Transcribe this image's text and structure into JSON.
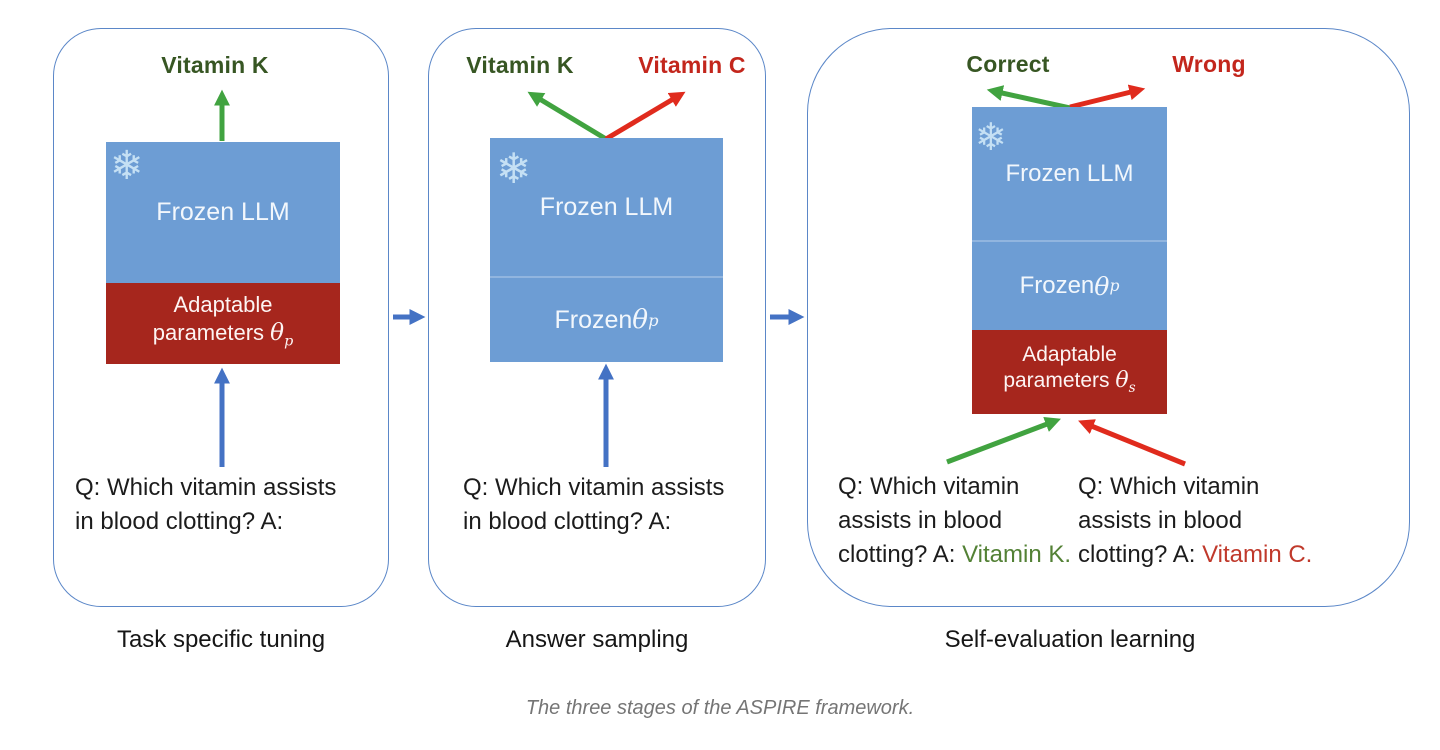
{
  "colors": {
    "panel_border": "#5b87c8",
    "box_blue": "#6d9dd4",
    "box_red": "#a6261d",
    "arrow_blue": "#4472c4",
    "arrow_green": "#41a340",
    "arrow_red": "#e02b1d",
    "text_green_dark": "#375623",
    "text_red": "#c3261c",
    "answer_green": "#538135",
    "answer_red": "#c0392b",
    "caption_gray": "#757575",
    "snowflake": "#cfe8f8"
  },
  "icons": {
    "snowflake": "❄"
  },
  "figure_caption": "The three stages of the ASPIRE framework.",
  "stages": [
    {
      "caption": "Task specific tuning",
      "output_label": "Vitamin K",
      "llm_label": "Frozen LLM",
      "adapter": {
        "line1": "Adaptable",
        "line2_prefix": "parameters ",
        "theta": "θ",
        "theta_sub": "p"
      },
      "question_lines": [
        "Q: Which vitamin assists",
        "in blood clotting? A:"
      ]
    },
    {
      "caption": "Answer sampling",
      "output_green": "Vitamin K",
      "output_red": "Vitamin C",
      "llm_label": "Frozen LLM",
      "frozen": {
        "prefix": "Frozen ",
        "theta": "θ",
        "theta_sub": "p"
      },
      "question_lines": [
        "Q: Which vitamin assists",
        "in blood clotting? A:"
      ]
    },
    {
      "caption": "Self-evaluation learning",
      "output_green": "Correct",
      "output_red": "Wrong",
      "llm_label": "Frozen LLM",
      "frozen": {
        "prefix": "Frozen ",
        "theta": "θ",
        "theta_sub": "p"
      },
      "adapter": {
        "line1": "Adaptable",
        "line2_prefix": "parameters ",
        "theta": "θ",
        "theta_sub": "s"
      },
      "question_green": {
        "l1": "Q: Which vitamin",
        "l2": "assists in blood",
        "l3_prefix": "clotting? A: ",
        "answer": "Vitamin K."
      },
      "question_red": {
        "l1": "Q: Which vitamin",
        "l2": "assists in blood",
        "l3_prefix": "clotting? A: ",
        "answer": "Vitamin C."
      }
    }
  ]
}
